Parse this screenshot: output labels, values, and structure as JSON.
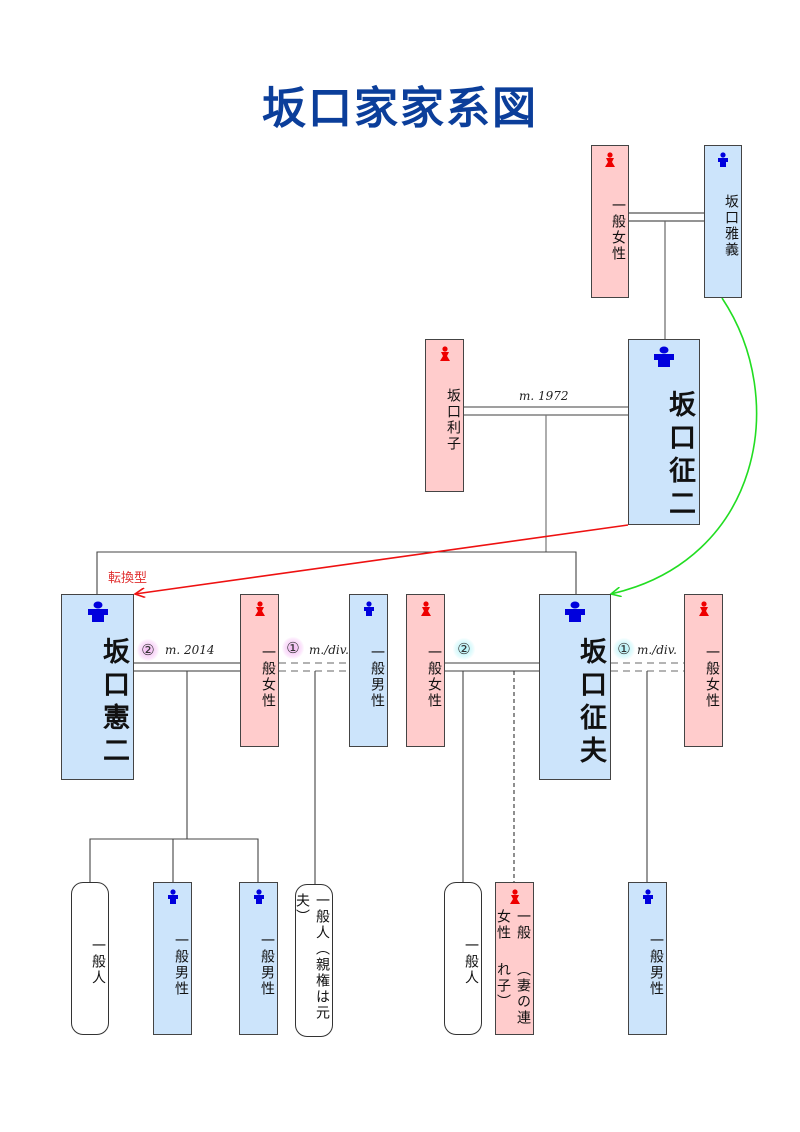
{
  "title": "坂口家家系図",
  "colors": {
    "title": "#0b3e9a",
    "male_fill": "#cce4fb",
    "female_fill": "#ffcccc",
    "male_icon": "#0000dd",
    "female_icon": "#ee0000",
    "transfer_arrow": "#ee1111",
    "adoption_arrow": "#22dd22"
  },
  "people": {
    "grandmother": {
      "name": "一般女性",
      "gender": "female"
    },
    "grandfather": {
      "name": "坂口雅義",
      "gender": "male"
    },
    "mother": {
      "name": "坂口利子",
      "gender": "female"
    },
    "father": {
      "name": "坂口征二",
      "gender": "male"
    },
    "kenji": {
      "name": "坂口憲二",
      "gender": "male"
    },
    "kenji_wife": {
      "name": "一般女性",
      "gender": "female"
    },
    "kenji_wife_ex": {
      "name": "一般男性",
      "gender": "male"
    },
    "yukio_wife2": {
      "name": "一般女性",
      "gender": "female"
    },
    "yukio": {
      "name": "坂口征夫",
      "gender": "male"
    },
    "yukio_wife1": {
      "name": "一般女性",
      "gender": "female"
    },
    "child1": {
      "name": "一般人",
      "gender": "unknown"
    },
    "child2": {
      "name": "一般男性",
      "gender": "male"
    },
    "child3": {
      "name": "一般男性",
      "gender": "male"
    },
    "child4": {
      "name": "一般人（親権は元夫）",
      "gender": "unknown"
    },
    "child5": {
      "name": "一般人",
      "gender": "unknown"
    },
    "child6": {
      "name": "一般女性",
      "note": "（妻の連れ子）",
      "gender": "female"
    },
    "child7": {
      "name": "一般男性",
      "gender": "male"
    }
  },
  "marriages": {
    "parents": {
      "label": "m. 1972"
    },
    "kenji_2": {
      "order": "②",
      "label": "m. 2014"
    },
    "kenji_wife_1": {
      "order": "①",
      "label": "m./div."
    },
    "yukio_2": {
      "order": "②",
      "label": ""
    },
    "yukio_1": {
      "order": "①",
      "label": "m./div."
    }
  },
  "annotations": {
    "transfer_label": "転換型"
  }
}
